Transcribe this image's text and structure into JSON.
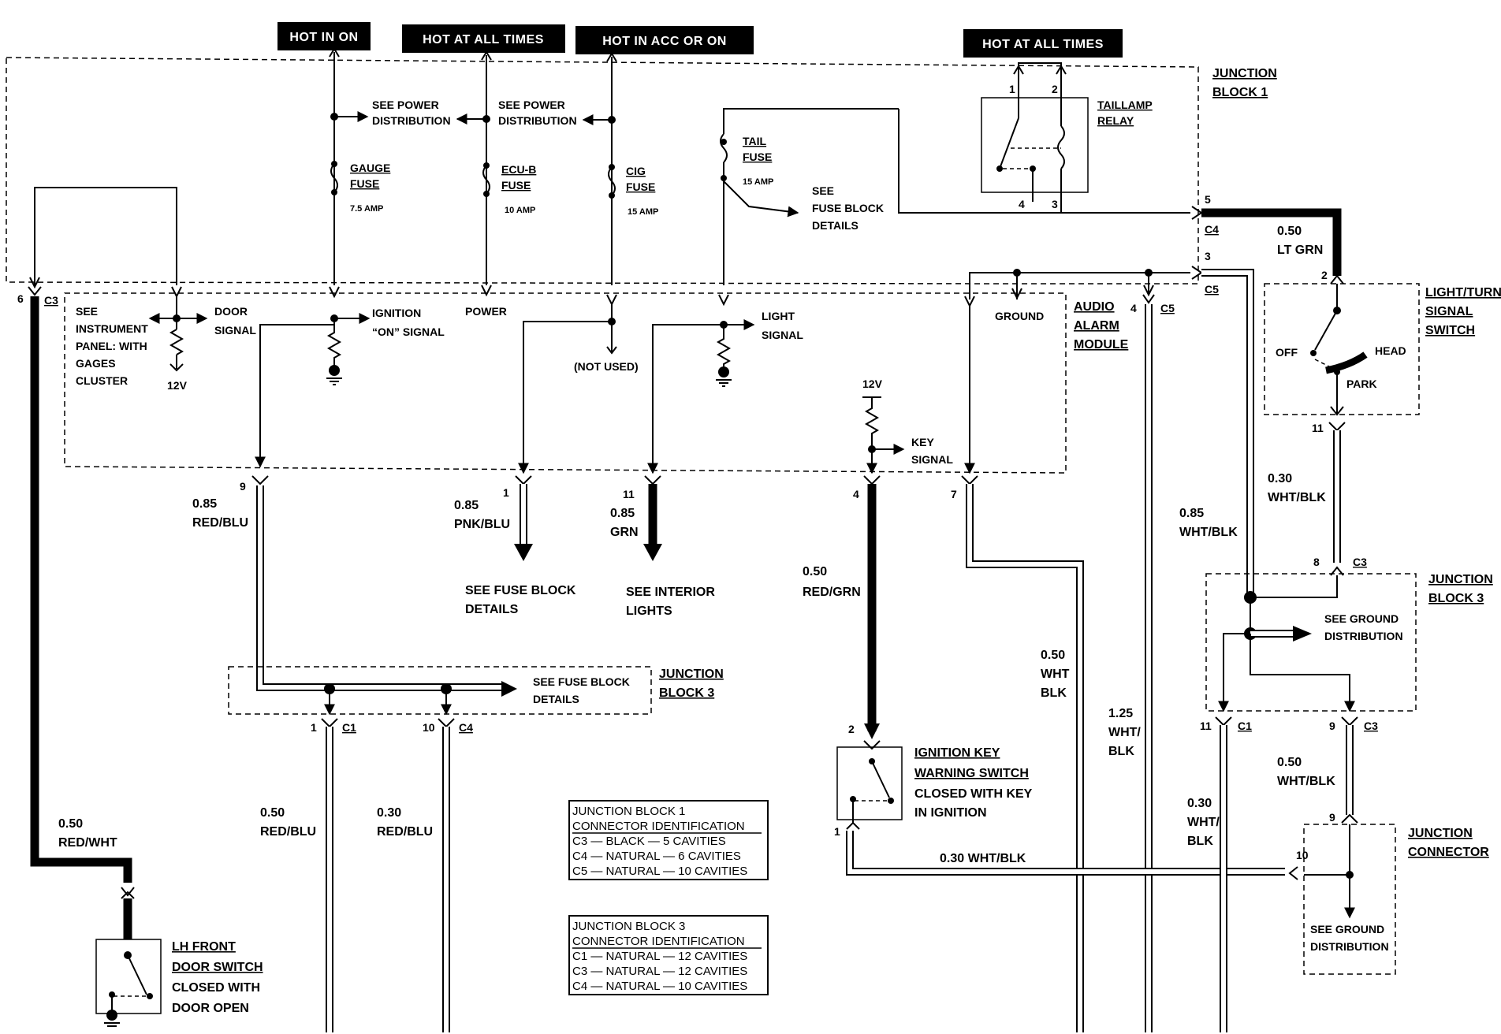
{
  "headers": {
    "hot_in_on": "HOT IN ON",
    "hot_at_all_times_1": "HOT AT ALL TIMES",
    "hot_in_acc_or_on": "HOT IN ACC OR ON",
    "hot_at_all_times_2": "HOT AT ALL TIMES"
  },
  "junction_block_1": {
    "line1": "JUNCTION",
    "line2": "BLOCK 1"
  },
  "taillamp_relay": {
    "line1": "TAILLAMP",
    "line2": "RELAY",
    "pin1": "1",
    "pin2": "2",
    "pin4": "4",
    "pin3": "3"
  },
  "power_dist_1": {
    "line1": "SEE POWER",
    "line2": "DISTRIBUTION"
  },
  "power_dist_2": {
    "line1": "SEE POWER",
    "line2": "DISTRIBUTION"
  },
  "gauge_fuse": {
    "line1": "GAUGE",
    "line2": "FUSE",
    "amp": "7.5 AMP"
  },
  "ecub_fuse": {
    "line1": "ECU-B",
    "line2": "FUSE",
    "amp": "10 AMP"
  },
  "cig_fuse": {
    "line1": "CIG",
    "line2": "FUSE",
    "amp": "15 AMP"
  },
  "tail_fuse": {
    "line1": "TAIL",
    "line2": "FUSE",
    "amp": "15 AMP"
  },
  "fuse_block_details_top": {
    "line1": "SEE",
    "line2": "FUSE BLOCK",
    "line3": "DETAILS"
  },
  "conn_c4_top": {
    "pin": "5",
    "name": "C4"
  },
  "conn_c5_top": {
    "pin": "3",
    "name": "C5"
  },
  "wire_ltgrn": {
    "gauge": "0.50",
    "color": "LT GRN"
  },
  "light_turn_switch": {
    "line1": "LIGHT/TURN",
    "line2": "SIGNAL",
    "line3": "SWITCH",
    "off": "OFF",
    "head": "HEAD",
    "park": "PARK",
    "pin_top": "2",
    "pin_bottom": "11"
  },
  "audio_alarm": {
    "line1": "AUDIO",
    "line2": "ALARM",
    "line3": "MODULE",
    "see_ipc": [
      "SEE",
      "INSTRUMENT",
      "PANEL: WITH",
      "GAGES",
      "CLUSTER"
    ],
    "v12_left": "12V",
    "door_signal": [
      "DOOR",
      "SIGNAL"
    ],
    "ignition_signal": [
      "IGNITION",
      "“ON” SIGNAL"
    ],
    "power": "POWER",
    "not_used": "(NOT USED)",
    "light_signal": [
      "LIGHT",
      "SIGNAL"
    ],
    "ground": "GROUND",
    "v12_key": "12V",
    "key_signal": [
      "KEY",
      "SIGNAL"
    ]
  },
  "conn_c3_left": {
    "pin": "6",
    "name": "C3"
  },
  "conn_c5_right": {
    "pin": "4",
    "name": "C5"
  },
  "pins": {
    "p9": "9",
    "p1": "1",
    "p11": "11",
    "p4": "4",
    "p7": "7"
  },
  "wire_redblu_main": {
    "gauge": "0.85",
    "color": "RED/BLU"
  },
  "wire_pnkblu": {
    "gauge": "0.85",
    "color": "PNK/BLU"
  },
  "wire_grn": {
    "gauge": "0.85",
    "color": "GRN"
  },
  "see_fuse_block_mid": [
    "SEE FUSE BLOCK",
    "DETAILS"
  ],
  "see_interior_lights": [
    "SEE INTERIOR",
    "LIGHTS"
  ],
  "wire_redgrn": {
    "gauge": "0.50",
    "color": "RED/GRN"
  },
  "wire_whtblk_a": {
    "gauge": "0.50",
    "color1": "WHT",
    "color2": "BLK"
  },
  "wire_whtblk_b": {
    "gauge": "1.25",
    "color1": "WHT/",
    "color2": "BLK"
  },
  "wire_whtblk_c": {
    "gauge": "0.85",
    "color": "WHT/BLK"
  },
  "wire_whtblk_d": {
    "gauge": "0.30",
    "color": "WHT/BLK"
  },
  "junction_block_3_mid": {
    "line1": "JUNCTION",
    "line2": "BLOCK 3",
    "see1": "SEE FUSE BLOCK",
    "see2": "DETAILS"
  },
  "conn_c1_mid": {
    "pin": "1",
    "name": "C1"
  },
  "conn_c4_mid": {
    "pin": "10",
    "name": "C4"
  },
  "wire_redblu_c1": {
    "gauge": "0.50",
    "color": "RED/BLU"
  },
  "wire_redblu_c4": {
    "gauge": "0.30",
    "color": "RED/BLU"
  },
  "wire_redwht": {
    "gauge": "0.50",
    "color": "RED/WHT"
  },
  "lh_door_switch": [
    "LH FRONT",
    "DOOR SWITCH",
    "CLOSED WITH",
    "DOOR OPEN"
  ],
  "ignition_key_switch": {
    "pin_top": "2",
    "pin_bottom": "1",
    "lines": [
      "IGNITION KEY",
      "WARNING SWITCH",
      "CLOSED WITH KEY",
      "IN IGNITION"
    ]
  },
  "wire_bottom_whtblk": "0.30 WHT/BLK",
  "jb1_id": {
    "title1": "JUNCTION BLOCK 1",
    "title2": "CONNECTOR IDENTIFICATION",
    "rows": [
      "C3 — BLACK — 5 CAVITIES",
      "C4 — NATURAL — 6 CAVITIES",
      "C5 — NATURAL — 10 CAVITIES"
    ]
  },
  "jb3_id": {
    "title1": "JUNCTION BLOCK 3",
    "title2": "CONNECTOR IDENTIFICATION",
    "rows": [
      "C1 — NATURAL — 12 CAVITIES",
      "C3 — NATURAL — 12 CAVITIES",
      "C4 — NATURAL — 10 CAVITIES"
    ]
  },
  "junction_block_3_right": {
    "line1": "JUNCTION",
    "line2": "BLOCK 3",
    "see1": "SEE GROUND",
    "see2": "DISTRIBUTION",
    "c3_pin": "8",
    "c3_name": "C3",
    "c1_pin": "11",
    "c1_name": "C1",
    "c3b_pin": "9",
    "c3b_name": "C3"
  },
  "wire_whtblk_e": {
    "gauge": "0.30",
    "color": "WHT/BLK"
  },
  "wire_whtblk_f": {
    "gauge": "0.30",
    "color1": "WHT/",
    "color2": "BLK"
  },
  "wire_whtblk_g": {
    "gauge": "0.50",
    "color": "WHT/BLK"
  },
  "junction_connector": {
    "line1": "JUNCTION",
    "line2": "CONNECTOR",
    "pin9": "9",
    "pin10": "10",
    "see1": "SEE GROUND",
    "see2": "DISTRIBUTION"
  }
}
